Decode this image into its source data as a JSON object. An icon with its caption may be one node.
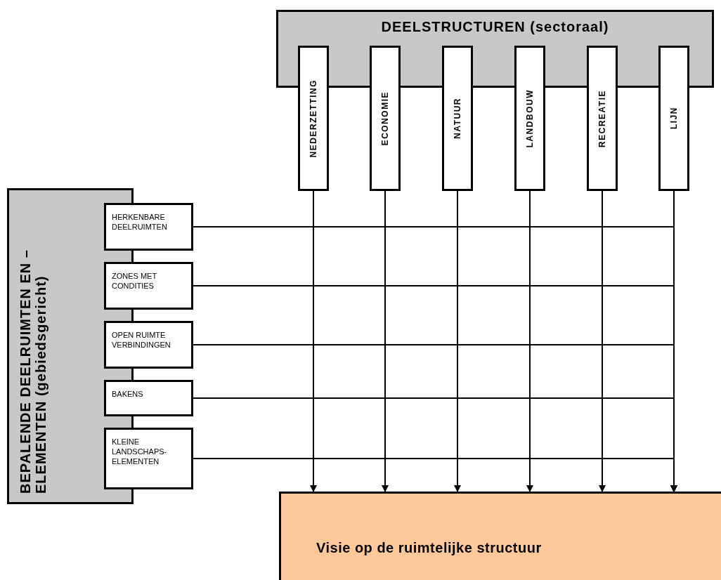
{
  "diagram": {
    "nodes": [
      {
        "text": [
          "DEELSTRUCTUREN (sectoraal)"
        ]
      },
      {
        "text": [
          "NEDERZETTING"
        ]
      },
      {
        "text": [
          "ECONOMIE"
        ]
      },
      {
        "text": [
          "NATUUR"
        ]
      },
      {
        "text": [
          "LANDBOUW"
        ]
      },
      {
        "text": [
          "RECREATIE"
        ]
      },
      {
        "text": [
          "LIJN"
        ]
      },
      {
        "text": [
          "BEPALENDE DEELRUIMTEN EN –ELEMENTEN (gebiedsgericht)"
        ]
      },
      {
        "text": [
          "HERKENBARE DEELRUIMTEN"
        ]
      },
      {
        "text": [
          "ZONES MET CONDITIES"
        ]
      },
      {
        "text": [
          "OPEN RUIMTE VERBINDINGEN"
        ]
      },
      {
        "text": [
          "BAKENS"
        ]
      },
      {
        "text": [
          "KLEINE LANDSCHAPS-ELEMENTEN"
        ]
      },
      {
        "text": [
          "Visie op de ruimtelijke structuur"
        ]
      }
    ],
    "edges": [
      {
        "from": 1,
        "to": 13,
        "arrow": "to"
      },
      {
        "from": 2,
        "to": 13,
        "arrow": "to"
      },
      {
        "from": 3,
        "to": 13,
        "arrow": "to"
      },
      {
        "from": 4,
        "to": 13,
        "arrow": "to"
      },
      {
        "from": 5,
        "to": 13,
        "arrow": "to"
      },
      {
        "from": 6,
        "to": 13,
        "arrow": "to"
      },
      {
        "from": 8,
        "to": 13,
        "arrow": "to"
      },
      {
        "from": 9,
        "to": 13,
        "arrow": "to"
      },
      {
        "from": 10,
        "to": 13,
        "arrow": "to"
      },
      {
        "from": 11,
        "to": 13,
        "arrow": "to"
      },
      {
        "from": 12,
        "to": 13,
        "arrow": "to"
      }
    ]
  }
}
